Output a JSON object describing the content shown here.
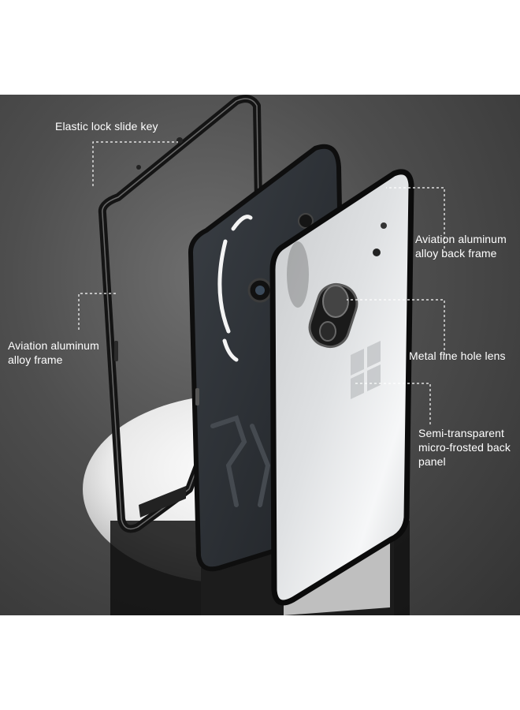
{
  "callouts": {
    "lock_key": "Elastic lock slide key",
    "back_frame": "Aviation aluminum\nalloy back frame",
    "frame": "Aviation aluminum\nalloy frame",
    "lens": "Metal fine hole lens",
    "back_panel": "Semi-transparent\nmicro-frosted back\npanel"
  },
  "colors": {
    "background": "#4e4e4e",
    "frame_metal": "#1a1a1a",
    "phone_body": "#2a2e33",
    "frosted_panel": "#e4e6e8",
    "callout_text": "#ffffff"
  }
}
